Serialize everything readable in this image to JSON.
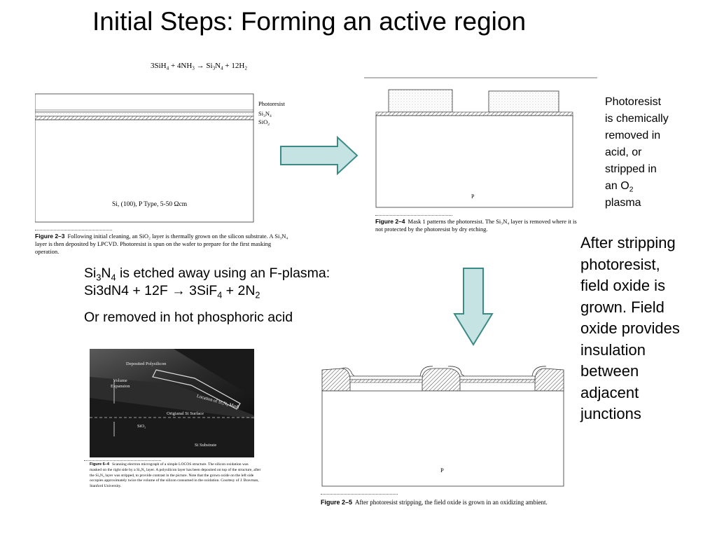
{
  "slide": {
    "title": "Initial Steps:  Forming an active region"
  },
  "fig23": {
    "equation": {
      "a": "3SiH",
      "a_sub": "4",
      "b": " + 4NH",
      "b_sub": "3",
      "arrow": " → Si",
      "c_sub": "3",
      "c": "N",
      "d_sub": "4",
      "e": " + 12H",
      "e_sub": "2"
    },
    "label_photoresist": "Photoresist",
    "label_si3n4": {
      "a": "Si",
      "a_sub": "3",
      "b": "N",
      "b_sub": "4"
    },
    "label_sio2": {
      "a": "SiO",
      "a_sub": "2"
    },
    "substrate": "Si, (100), P Type, 5-50 Ωcm",
    "caption_label": "Figure 2–3",
    "caption_text": "Following initial cleaning, an SiO₂ layer is thermally grown on the silicon substrate. A Si₃N₄ layer is then deposited by LPCVD. Photoresist is spun on the wafer to prepare for the first masking operation."
  },
  "fig24": {
    "substrate": "P",
    "caption_label": "Figure 2–4",
    "caption_text": "Mask 1 patterns the photoresist. The Si₃N₄ layer is removed where it is not protected by the photoresist by dry etching."
  },
  "note_photoresist": {
    "l1": "Photoresist",
    "l2": "is chemically",
    "l3": "removed in",
    "l4": "acid, or",
    "l5": "stripped in",
    "l6": "an O",
    "l6_sub": "2",
    "l7": "plasma"
  },
  "etch": {
    "l1a": "Si",
    "l1_sub1": "3",
    "l1b": "N",
    "l1_sub2": "4",
    "l1c": " is etched away using an F-plasma:",
    "l2a": "Si3dN4 + 12F →  3SiF",
    "l2_sub1": "4",
    "l2b": " + 2N",
    "l2_sub2": "2",
    "l3": "Or removed in hot phosphoric acid"
  },
  "field_note": {
    "l1": "After stripping",
    "l2": "photoresist,",
    "l3": "field oxide is",
    "l4": "grown.  Field",
    "l5": "oxide provides",
    "l6": "insulation",
    "l7": "between",
    "l8": "adjacent",
    "l9": "junctions"
  },
  "fig64": {
    "label_poly": "Deposited Polysilicon",
    "label_volume1": "Volume",
    "label_volume2": "Expansion",
    "label_location": "Location of Si₃N₄ Mask",
    "label_surface": "Origianal Si Surface",
    "label_sio2": "SiO₂",
    "label_substrate": "Si Substrate",
    "caption_label": "Figure 6–4",
    "caption_text": "Scanning electron micrograph of a simple LOCOS structure. The silicon oxidation was masked on the right side by a Si₃N₄ layer. A polysilicon layer has been deposited on top of the structure, after the Si₃N₄ layer was stripped, to provide contrast in the picture. Note that the grown oxide on the left side occupies approximately twice the volume of the silicon consumed in the oxidation. Courtesy of J. Bravman, Stanford University."
  },
  "fig25": {
    "substrate": "P",
    "caption_label": "Figure 2–5",
    "caption_text": "After photoresist stripping, the field oxide is grown in an oxidizing ambient."
  },
  "colors": {
    "arrow_fill": "#c5e3e3",
    "arrow_stroke": "#3a8a86",
    "micrograph_bg": "#1a1a1a"
  },
  "icons": [
    "right-arrow-icon",
    "down-arrow-icon"
  ]
}
